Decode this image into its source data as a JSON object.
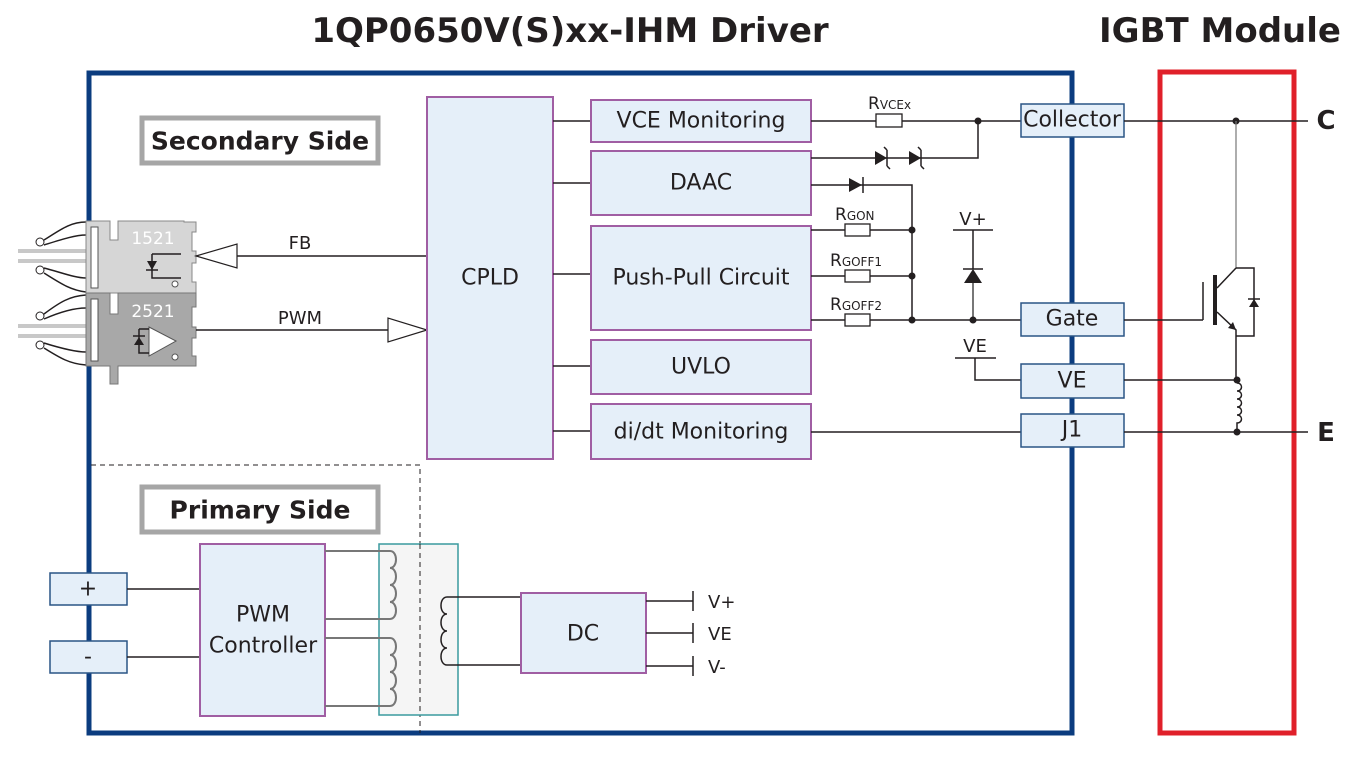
{
  "titles": {
    "driver": "1QP0650V(S)xx-IHM Driver",
    "module": "IGBT Module"
  },
  "colors": {
    "driver_frame": "#0b3c7f",
    "module_frame": "#e0202a",
    "block_fill": "#e5eff9",
    "block_border": "#a05ea3",
    "side_label_border": "#a6a6a6",
    "transformer_border": "#3a9a9e"
  },
  "sections": {
    "secondary": "Secondary Side",
    "primary": "Primary Side"
  },
  "optocouplers": [
    {
      "id": "1521",
      "signal": "FB",
      "direction": "out"
    },
    {
      "id": "2521",
      "signal": "PWM",
      "direction": "in"
    }
  ],
  "cpld": "CPLD",
  "function_blocks": [
    {
      "label": "VCE  Monitoring"
    },
    {
      "label": "DAAC"
    },
    {
      "label": "Push-Pull  Circuit"
    },
    {
      "label": "UVLO"
    },
    {
      "label": "di/dt Monitoring"
    }
  ],
  "resistors": {
    "rvce": {
      "main": "R",
      "sub": "VCEx"
    },
    "rgon": {
      "main": "R",
      "sub": "GON"
    },
    "rgoff1": {
      "main": "R",
      "sub": "GOFF1"
    },
    "rgoff2": {
      "main": "R",
      "sub": "GOFF2"
    }
  },
  "rails": {
    "vplus": "V+",
    "ve": "VE"
  },
  "connectors": [
    {
      "label": "Collector"
    },
    {
      "label": "Gate"
    },
    {
      "label": "VE"
    },
    {
      "label": "J1"
    }
  ],
  "terminals": {
    "collector": "C",
    "emitter": "E"
  },
  "primary": {
    "inputs": [
      "+",
      "-"
    ],
    "pwm_controller": [
      "PWM",
      "Controller"
    ],
    "dc": "DC",
    "outputs": [
      "V+",
      "VE",
      "V-"
    ]
  }
}
